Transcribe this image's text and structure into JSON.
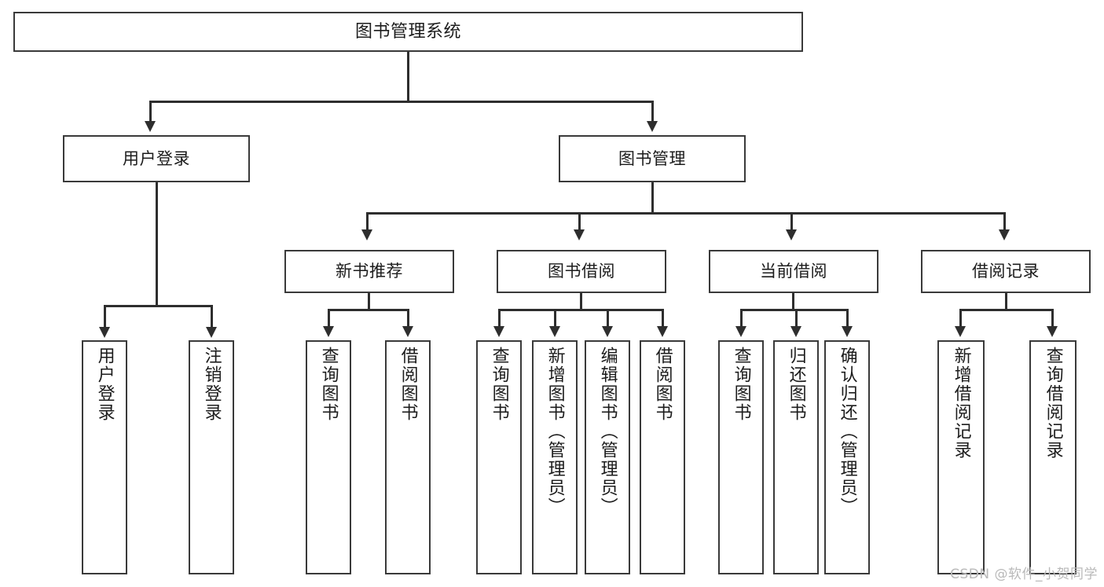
{
  "diagram": {
    "type": "tree-hierarchy",
    "title": "图书管理系统",
    "watermark": "CSDN @软件_小贺同学",
    "colors": {
      "node_border": "#3a3a3a",
      "connector": "#2e2e2e",
      "background": "#ffffff",
      "text": "#1c1c1c",
      "watermark": "#b9b9b9"
    },
    "root": {
      "label": "图书管理系统"
    },
    "level2": [
      {
        "label": "用户登录"
      },
      {
        "label": "图书管理"
      }
    ],
    "level3": [
      {
        "label": "新书推荐"
      },
      {
        "label": "图书借阅"
      },
      {
        "label": "当前借阅"
      },
      {
        "label": "借阅记录"
      }
    ],
    "leaves": {
      "user_login": [
        {
          "label": "用户登录"
        },
        {
          "label": "注销登录"
        }
      ],
      "new_book_recommend": [
        {
          "label": "查询图书"
        },
        {
          "label": "借阅图书"
        }
      ],
      "book_borrow": [
        {
          "label": "查询图书"
        },
        {
          "label": "新增图书（管理员）"
        },
        {
          "label": "编辑图书（管理员）"
        },
        {
          "label": "借阅图书"
        }
      ],
      "current_borrow": [
        {
          "label": "查询图书"
        },
        {
          "label": "归还图书"
        },
        {
          "label": "确认归还（管理员）"
        }
      ],
      "borrow_record": [
        {
          "label": "新增借阅记录"
        },
        {
          "label": "查询借阅记录"
        }
      ]
    }
  }
}
